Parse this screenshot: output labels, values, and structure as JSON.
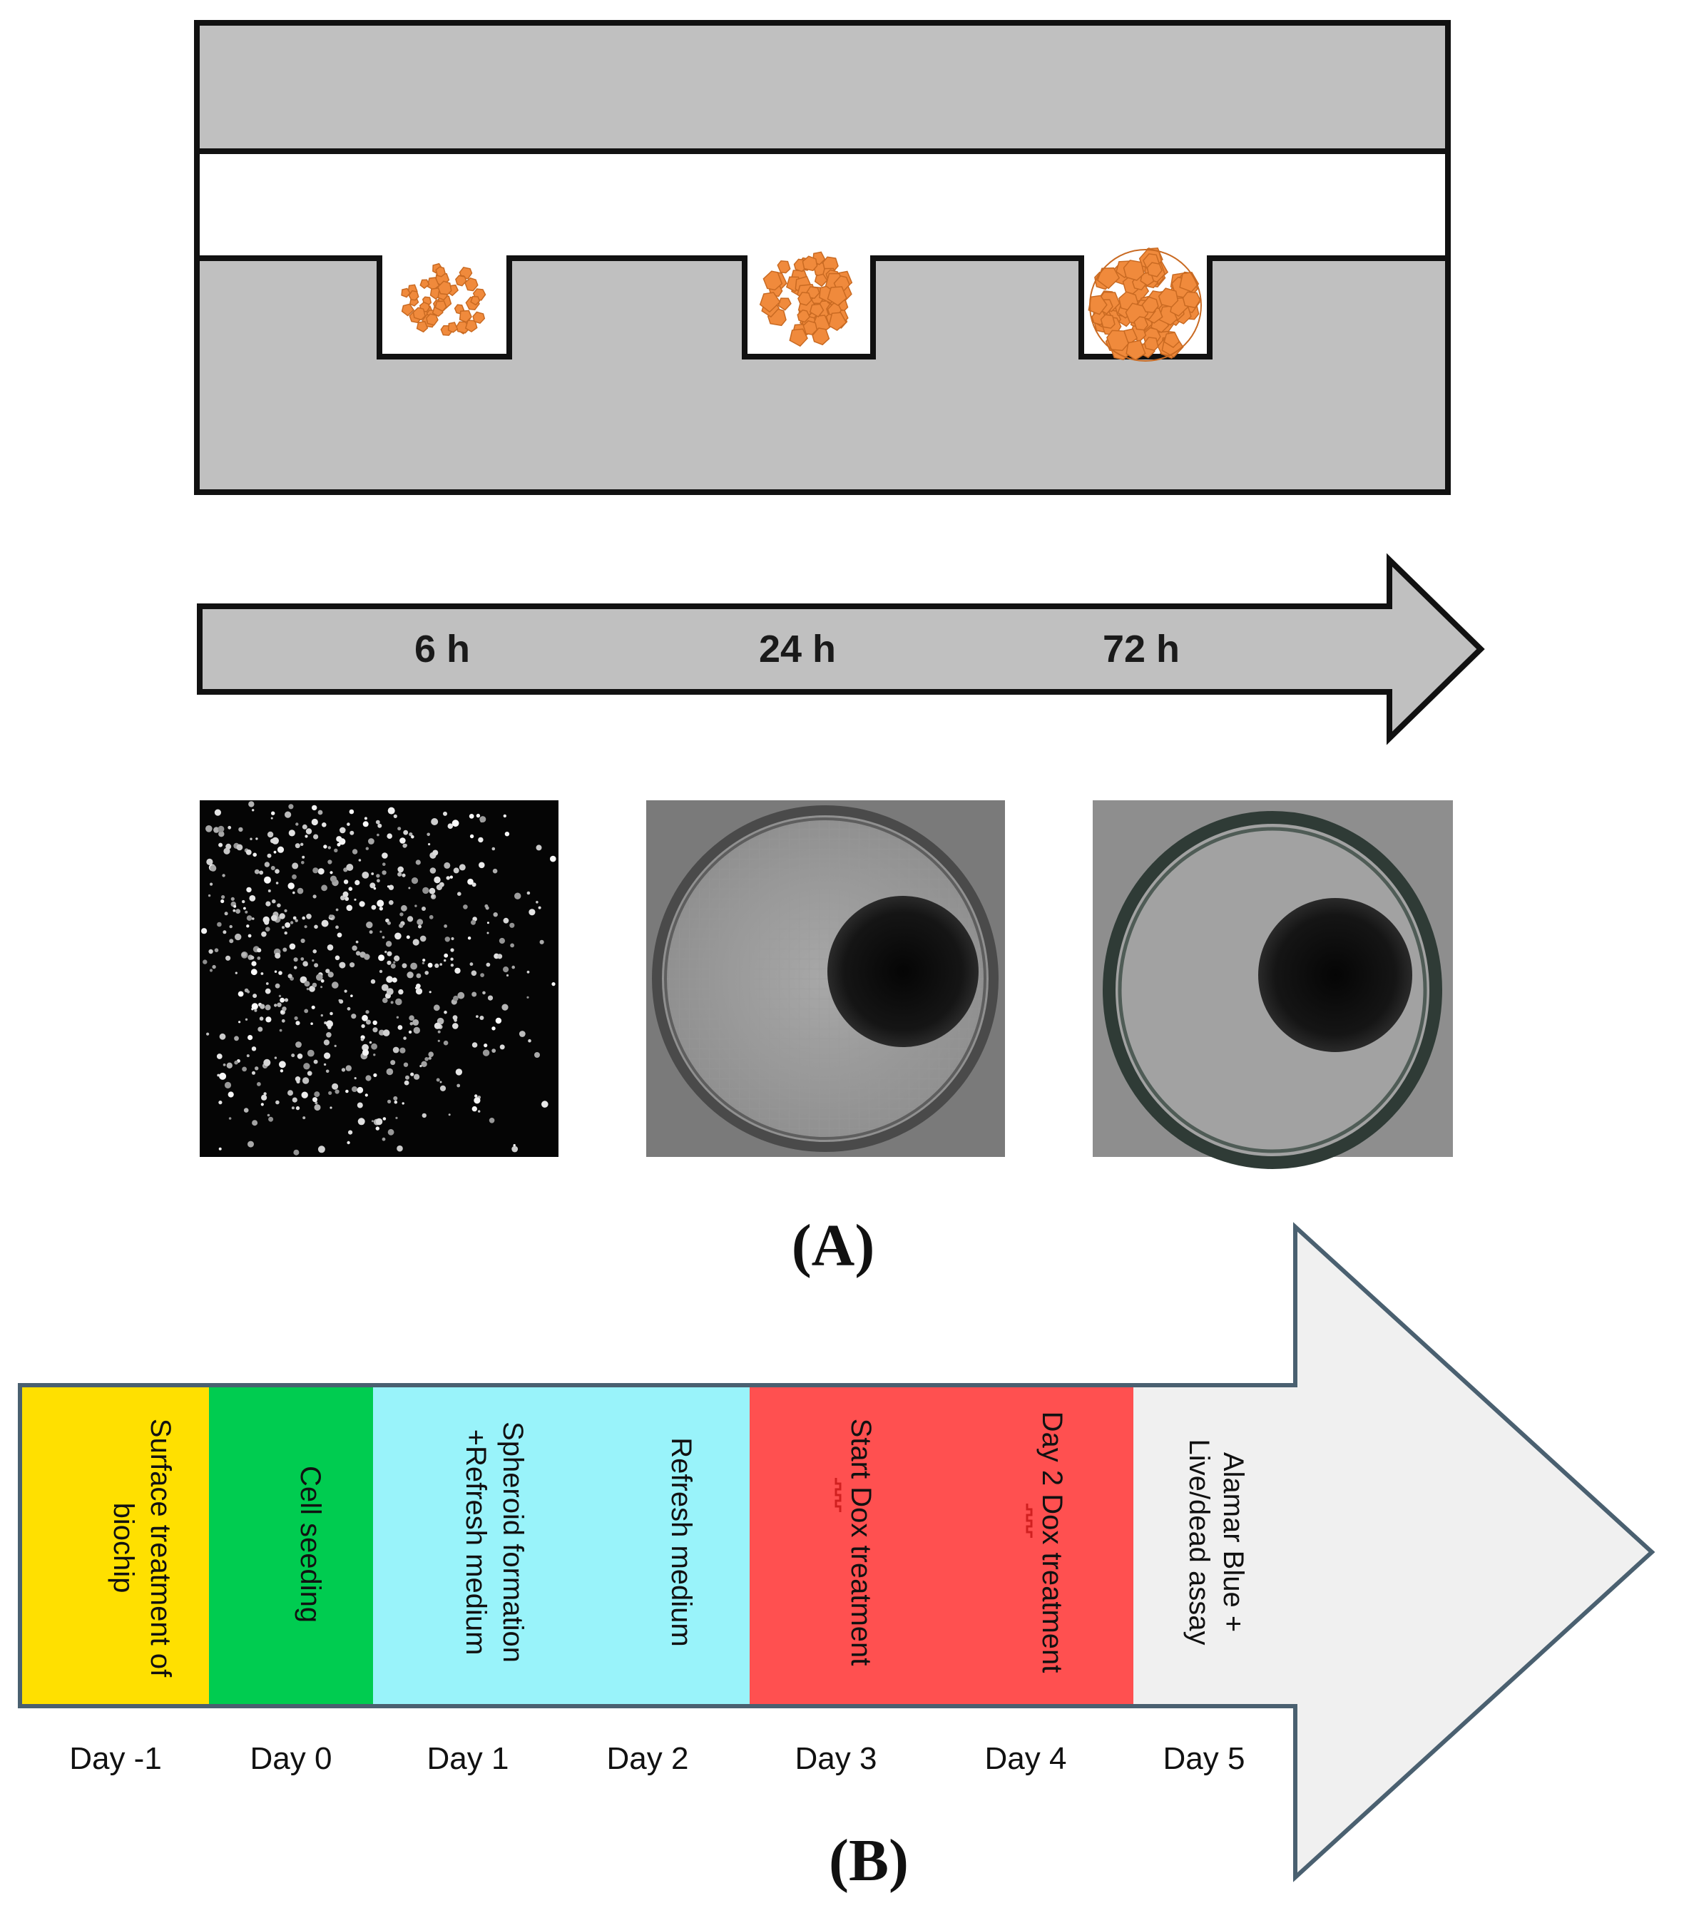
{
  "panel_a": {
    "timeline_labels": [
      "6 h",
      "24 h",
      "72 h"
    ],
    "spheroid_color": "#f08a3c",
    "chip_color": "#c0c0c0",
    "caption": "(A)",
    "micrographs": [
      {
        "name": "micrograph-6h",
        "style": "dark-fluorescence"
      },
      {
        "name": "micrograph-24h",
        "style": "brightfield-well"
      },
      {
        "name": "micrograph-72h",
        "style": "brightfield-well"
      }
    ]
  },
  "panel_b": {
    "caption": "(B)",
    "arrow_fill": "#f0f0f0",
    "arrow_stroke": "#4a6070",
    "segments": [
      {
        "lines": [
          "Surface treatment of",
          "biochip"
        ],
        "color": "#ffe000"
      },
      {
        "lines": [
          "Cell seeding"
        ],
        "color": "#00cc50"
      },
      {
        "lines": [
          "Spheroid formation",
          "+Refresh medium",
          "Refresh medium"
        ],
        "color": "#99f3fa"
      },
      {
        "lines": [
          "Start Dox treatment",
          "Day 2 Dox treatment"
        ],
        "color": "#ff5050"
      },
      {
        "lines": [
          "Alamar Blue +",
          "Live/dead assay"
        ],
        "color": "#f0f0f0"
      }
    ],
    "days": [
      "Day -1",
      "Day 0",
      "Day 1",
      "Day 2",
      "Day 3",
      "Day 4",
      "Day 5"
    ]
  }
}
